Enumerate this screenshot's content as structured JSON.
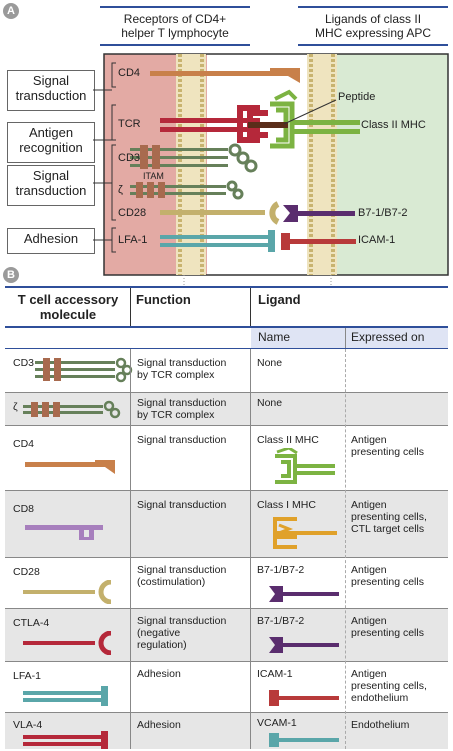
{
  "panelA": {
    "letter": "A",
    "header_left": [
      "Receptors of CD4+",
      "helper T lymphocyte"
    ],
    "header_right": [
      "Ligands of class II",
      "MHC expressing APC"
    ],
    "left_boxes": [
      [
        "Signal",
        "transduction"
      ],
      [
        "Antigen",
        "recognition"
      ],
      [
        "Signal",
        "transduction"
      ],
      [
        "Adhesion"
      ]
    ],
    "labels": {
      "cd4": "CD4",
      "tcr": "TCR",
      "cd3": "CD3",
      "itam": "ITAM",
      "zeta": "ζ",
      "cd28": "CD28",
      "lfa1": "LFA-1",
      "peptide": "Peptide",
      "class2": "Class II MHC",
      "b7": "B7-1/B7-2",
      "icam": "ICAM-1"
    }
  },
  "panelB": {
    "letter": "B",
    "headers": {
      "col1": [
        "T cell accessory",
        "molecule"
      ],
      "col2": "Function",
      "col3": "Ligand",
      "name": "Name",
      "expressed": "Expressed on"
    },
    "rows": [
      {
        "molecule": "CD3",
        "function": [
          "Signal transduction",
          "by TCR complex"
        ],
        "ligand": "None",
        "expressed": []
      },
      {
        "molecule": "ζ",
        "function": [
          "Signal transduction",
          "by TCR complex"
        ],
        "ligand": "None",
        "expressed": []
      },
      {
        "molecule": "CD4",
        "function": [
          "Signal transduction"
        ],
        "ligand": "Class II MHC",
        "expressed": [
          "Antigen",
          "presenting cells"
        ]
      },
      {
        "molecule": "CD8",
        "function": [
          "Signal transduction"
        ],
        "ligand": "Class I MHC",
        "expressed": [
          "Antigen",
          "presenting cells,",
          "CTL target cells"
        ]
      },
      {
        "molecule": "CD28",
        "function": [
          "Signal transduction",
          "(costimulation)"
        ],
        "ligand": "B7-1/B7-2",
        "expressed": [
          "Antigen",
          "presenting cells"
        ]
      },
      {
        "molecule": "CTLA-4",
        "function": [
          "Signal transduction",
          "(negative",
          "regulation)"
        ],
        "ligand": "B7-1/B7-2",
        "expressed": [
          "Antigen",
          "presenting cells"
        ]
      },
      {
        "molecule": "LFA-1",
        "function": [
          "Adhesion"
        ],
        "ligand": "ICAM-1",
        "expressed": [
          "Antigen",
          "presenting cells,",
          "endothelium"
        ]
      },
      {
        "molecule": "VLA-4",
        "function": [
          "Adhesion"
        ],
        "ligand": "VCAM-1",
        "expressed": [
          "Endothelium"
        ]
      }
    ]
  },
  "colors": {
    "tcell_bg": "#e3aaa4",
    "apc_bg": "#d9ead3",
    "membrane": "#d7c690",
    "cd4": "#c8804a",
    "tcr": "#b5283a",
    "mhc": "#7cb342",
    "cd3": "#a86a4e",
    "cd28": "#c3b06c",
    "b7": "#5a2d6e",
    "lfa1": "#5aa6a9",
    "icam": "#b83a3a",
    "cd8": "#a77fbd",
    "class1": "#e0a12a",
    "header_line": "#2f4f9a"
  }
}
